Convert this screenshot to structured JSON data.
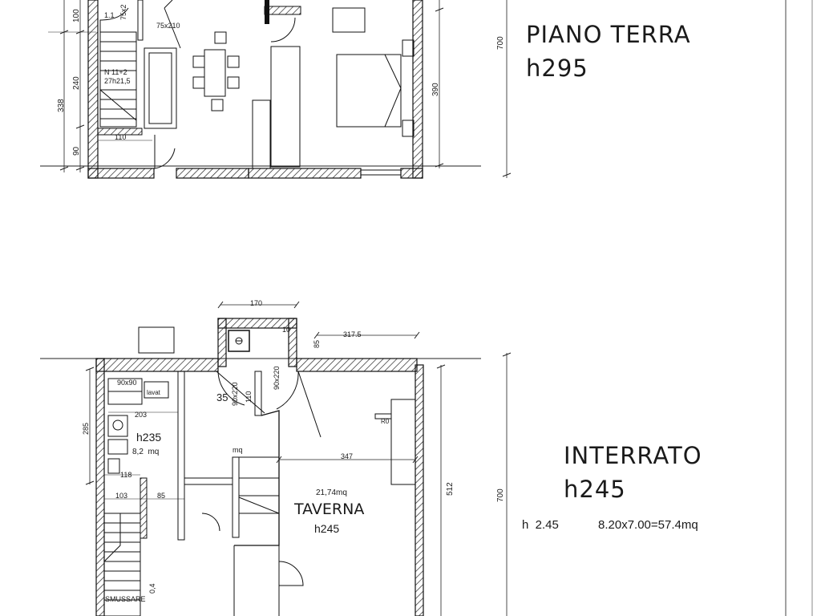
{
  "ground_floor": {
    "title": "PIANO TERRA",
    "height": "h295",
    "overall_dim": "700",
    "dims": {
      "d100": "100",
      "d240": "240",
      "d338": "338",
      "d90": "90",
      "d110": "110",
      "d390": "390"
    },
    "door": "75x210",
    "door_top": "75x2",
    "stair_code": "1.1",
    "stair_note_1": "N 11+2",
    "stair_note_2": "27h21,5"
  },
  "basement": {
    "title": "INTERRATO",
    "height": "h245",
    "summary_height": "h  2.45",
    "summary_area": "8.20x7.00=57.4mq",
    "overall_dim": "700",
    "dims": {
      "d170": "170",
      "d10": "10",
      "d317": "317.5",
      "d85": "85",
      "d285": "285",
      "d347": "347",
      "d512": "512",
      "d103": "103",
      "d85b": "85",
      "d110": "110",
      "d203": "203",
      "d118": "118",
      "d35": "35",
      "d90x90": "90x90"
    },
    "door_a": "90x220",
    "door_b": "90x220",
    "bath_height": "h235",
    "bath_area": "8,2  mq",
    "mq_label": "mq",
    "lavatory": "lavat",
    "room_area": "21,74mq",
    "room_name": "TAVERNA",
    "room_height": "h245",
    "stair_label": "SMUSSARE",
    "stair_tick": "0,4",
    "rdc": "R0"
  }
}
